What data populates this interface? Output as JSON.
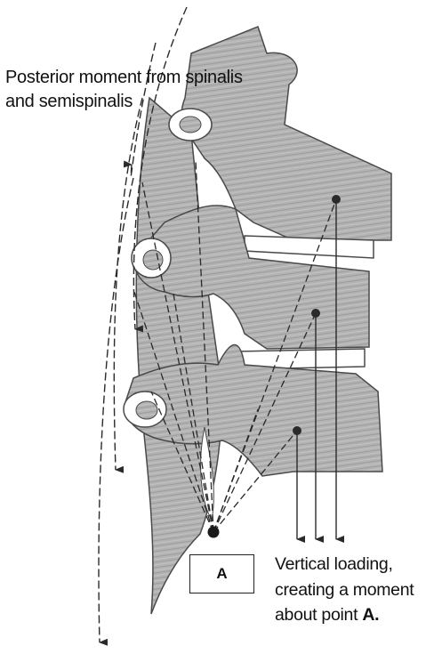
{
  "caption_top": {
    "line1": "Posterior moment from spinalis",
    "line2": "and semispinalis"
  },
  "point_label": "A",
  "caption_bottom": {
    "line1": "Vertical loading,",
    "line2": "creating a moment",
    "line3_prefix": "about point ",
    "line3_point": "A."
  },
  "colors": {
    "bone": "#a8a8a8",
    "bone_light": "#cfcfcf",
    "outline": "#4a4a4a",
    "arrow": "#2a2a2a",
    "text": "#111111"
  }
}
